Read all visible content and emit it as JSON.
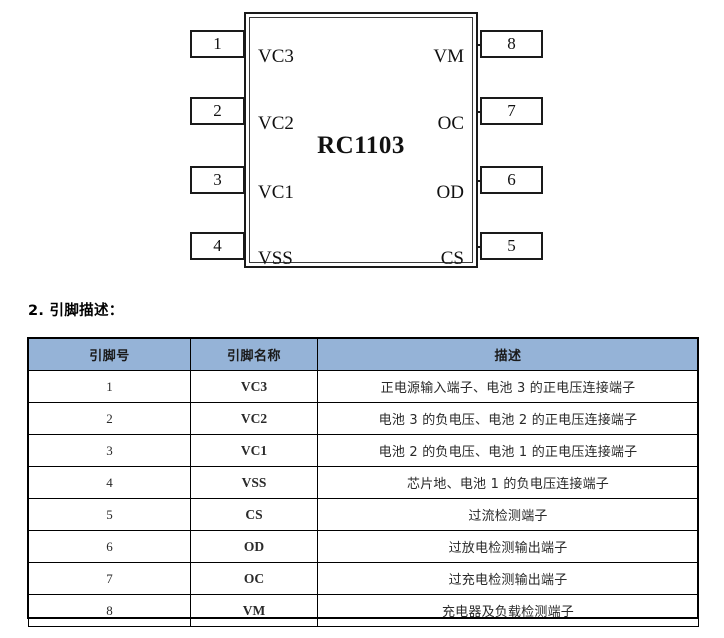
{
  "diagram": {
    "chip_label": "RC1103",
    "pins_left": [
      {
        "number": "1",
        "name": "VC3"
      },
      {
        "number": "2",
        "name": "VC2"
      },
      {
        "number": "3",
        "name": "VC1"
      },
      {
        "number": "4",
        "name": "VSS"
      }
    ],
    "pins_right": [
      {
        "number": "8",
        "name": "VM"
      },
      {
        "number": "7",
        "name": "OC"
      },
      {
        "number": "6",
        "name": "OD"
      },
      {
        "number": "5",
        "name": "CS"
      }
    ]
  },
  "section": {
    "heading": "2. 引脚描述："
  },
  "table": {
    "header_bg": "#95B3D7",
    "columns": [
      "引脚号",
      "引脚名称",
      "描述"
    ],
    "rows": [
      {
        "no": "1",
        "name": "VC3",
        "desc": "正电源输入端子、电池 3 的正电压连接端子"
      },
      {
        "no": "2",
        "name": "VC2",
        "desc": "电池 3 的负电压、电池 2 的正电压连接端子"
      },
      {
        "no": "3",
        "name": "VC1",
        "desc": "电池 2 的负电压、电池 1 的正电压连接端子"
      },
      {
        "no": "4",
        "name": "VSS",
        "desc": "芯片地、电池 1 的负电压连接端子"
      },
      {
        "no": "5",
        "name": "CS",
        "desc": "过流检测端子"
      },
      {
        "no": "6",
        "name": "OD",
        "desc": "过放电检测输出端子"
      },
      {
        "no": "7",
        "name": "OC",
        "desc": "过充电检测输出端子"
      },
      {
        "no": "8",
        "name": "VM",
        "desc": "充电器及负载检测端子"
      }
    ]
  }
}
